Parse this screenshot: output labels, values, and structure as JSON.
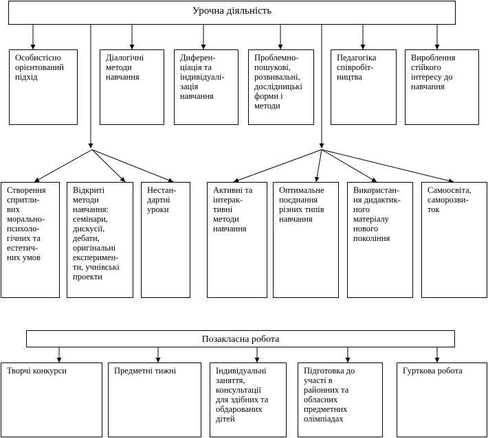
{
  "top": {
    "title": "Урочна діяльність",
    "row1": [
      "Особистісно\nорієнтований\nпідхід",
      "Діалогічні\nметоди\nнавчання",
      "Диферен-\nціація та\nіндивідуалі-\nзація\nнавчання",
      "Проблемно-\nпошукові,\nрозвивальні,\nдослідницькі\nформи і\nметоди",
      "Педагогіка\nспівробіт-\nництва",
      "Вироблення\nстійкого\nінтересу до\nнавчання"
    ],
    "row2_left": [
      "Створення\nспритли-\nвих\nморально-\nпсихоло-\nгічних та\nестетич-\nних умов",
      "Відкриті\nметоди\nнавчання:\nсемінари,\nдискусії,\nдебати,\nоригінальні\nексперимен-\nти, учнівські\nпроекти",
      "Нестан-\nдартні\nуроки"
    ],
    "row2_right": [
      "Активні та\nінтерак-\nтивні\nметоди\nнавчання",
      "Оптимальне\nпоєднання\nрізних типів\nнавчання",
      "Використан-\nня дидактик-\nного\nматеріалу\nнового\nпокоління",
      "Самоосвіта,\nсаморозви-\nток"
    ]
  },
  "bottom": {
    "title": "Позакласна робота",
    "items": [
      "Творчі конкурси",
      "Предметні тижні",
      "Індивідуальні\nзаняття,\nконсультації\nдля здібних та\nобдарованих\nдітей",
      "Підготовка до\nучасті в\nрайонних та\nобласних\nпредметних\nолімпіадах",
      "Гурткова робота"
    ]
  }
}
